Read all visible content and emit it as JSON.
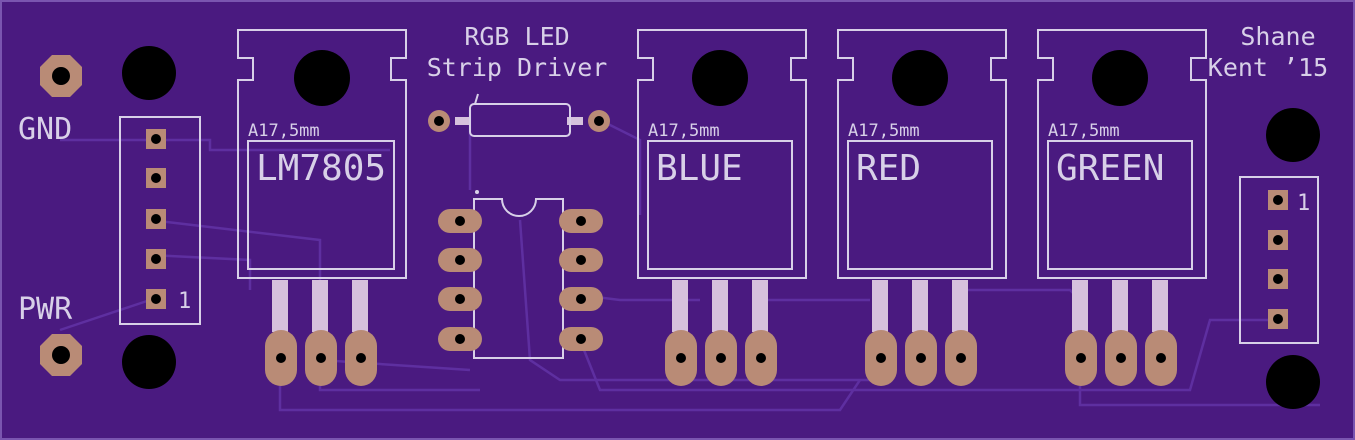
{
  "title": {
    "line1": "RGB LED",
    "line2": "Strip Driver"
  },
  "author": {
    "line1": "Shane",
    "line2": "Kent ’15"
  },
  "labels": {
    "gnd": "GND",
    "pwr": "PWR"
  },
  "header_left": {
    "pin1_label": "1"
  },
  "header_right": {
    "pin1_label": "1"
  },
  "regulators": [
    {
      "size": "A17,5mm",
      "name": "LM7805"
    },
    {
      "size": "A17,5mm",
      "name": "BLUE"
    },
    {
      "size": "A17,5mm",
      "name": "RED"
    },
    {
      "size": "A17,5mm",
      "name": "GREEN"
    }
  ],
  "colors": {
    "board": "#4a1a80",
    "silkscreen": "#d8d0e8",
    "copper_pad": "#b98b76",
    "trace": "#5e2fa0"
  }
}
